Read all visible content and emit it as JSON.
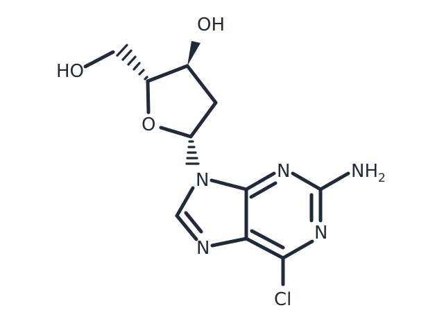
{
  "molecule": {
    "bond_color": "#1f2a3a",
    "atoms": {
      "oh_top": "OH",
      "ho_left": "HO",
      "ring_o": "O",
      "n9": "N",
      "n3": "N",
      "nh2_label": "NH",
      "nh2_sub": "2",
      "n1": "N",
      "n7": "N",
      "cl": "Cl"
    }
  }
}
